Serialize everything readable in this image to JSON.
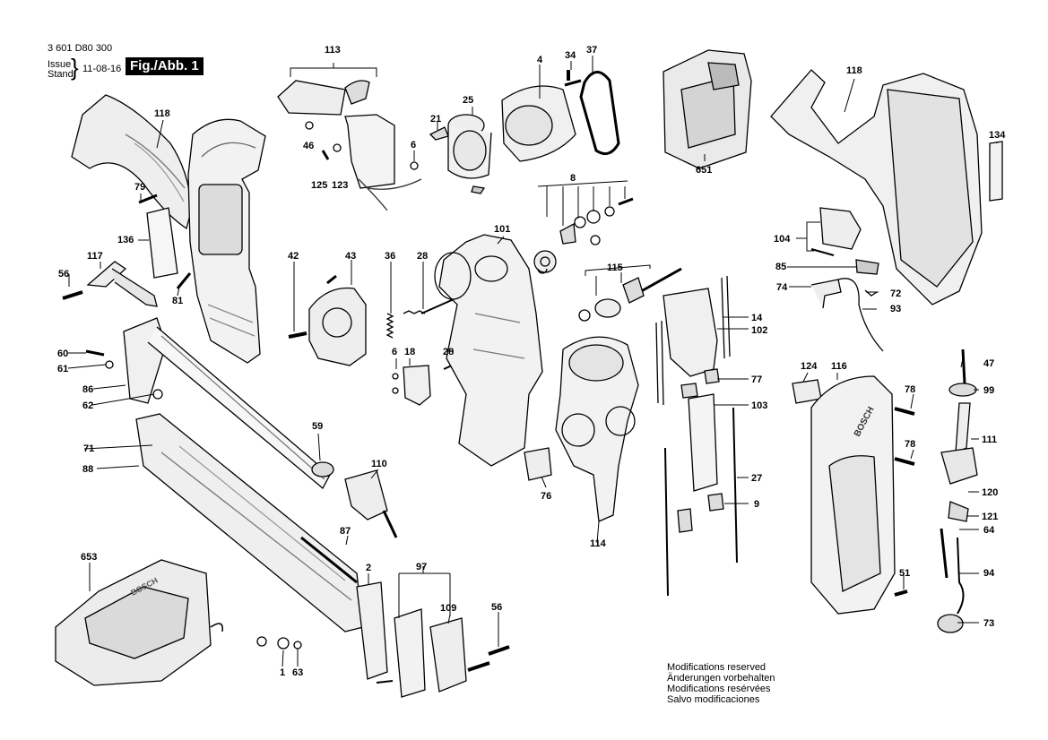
{
  "header": {
    "doc_number": "3 601 D80 300",
    "issue_label": "Issue",
    "stand_label": "Stand",
    "issue_date": "11-08-16",
    "figure_label": "Fig./Abb. 1"
  },
  "notes": [
    "Modifications reserved",
    "Änderungen vorbehalten",
    "Modifications resérvées",
    "Salvo modificaciones"
  ],
  "brand_marks": [
    "BOSCH",
    "BOSCH"
  ],
  "callouts": [
    {
      "id": "c113",
      "text": "113"
    },
    {
      "id": "c4",
      "text": "4"
    },
    {
      "id": "c34",
      "text": "34"
    },
    {
      "id": "c37",
      "text": "37"
    },
    {
      "id": "c118a",
      "text": "118"
    },
    {
      "id": "c118b",
      "text": "118"
    },
    {
      "id": "c25",
      "text": "25"
    },
    {
      "id": "c21",
      "text": "21"
    },
    {
      "id": "c6a",
      "text": "6"
    },
    {
      "id": "c46",
      "text": "46"
    },
    {
      "id": "c125",
      "text": "125"
    },
    {
      "id": "c123",
      "text": "123"
    },
    {
      "id": "c651",
      "text": "651"
    },
    {
      "id": "c134",
      "text": "134"
    },
    {
      "id": "c79",
      "text": "79"
    },
    {
      "id": "c136",
      "text": "136"
    },
    {
      "id": "c8",
      "text": "8"
    },
    {
      "id": "c101",
      "text": "101"
    },
    {
      "id": "c104",
      "text": "104"
    },
    {
      "id": "c85",
      "text": "85"
    },
    {
      "id": "c74",
      "text": "74"
    },
    {
      "id": "c72",
      "text": "72"
    },
    {
      "id": "c93",
      "text": "93"
    },
    {
      "id": "c56a",
      "text": "56"
    },
    {
      "id": "c117",
      "text": "117"
    },
    {
      "id": "c81",
      "text": "81"
    },
    {
      "id": "c42",
      "text": "42"
    },
    {
      "id": "c43",
      "text": "43"
    },
    {
      "id": "c36",
      "text": "36"
    },
    {
      "id": "c28a",
      "text": "28"
    },
    {
      "id": "c115",
      "text": "115"
    },
    {
      "id": "c14",
      "text": "14"
    },
    {
      "id": "c102",
      "text": "102"
    },
    {
      "id": "c60",
      "text": "60"
    },
    {
      "id": "c61",
      "text": "61"
    },
    {
      "id": "c28b",
      "text": "28"
    },
    {
      "id": "c6b",
      "text": "6"
    },
    {
      "id": "c18",
      "text": "18"
    },
    {
      "id": "c86",
      "text": "86"
    },
    {
      "id": "c124",
      "text": "124"
    },
    {
      "id": "c116",
      "text": "116"
    },
    {
      "id": "c47",
      "text": "47"
    },
    {
      "id": "c77",
      "text": "77"
    },
    {
      "id": "c78a",
      "text": "78"
    },
    {
      "id": "c99",
      "text": "99"
    },
    {
      "id": "c62",
      "text": "62"
    },
    {
      "id": "c103",
      "text": "103"
    },
    {
      "id": "c59",
      "text": "59"
    },
    {
      "id": "c111",
      "text": "111"
    },
    {
      "id": "c71",
      "text": "71"
    },
    {
      "id": "c78b",
      "text": "78"
    },
    {
      "id": "c110",
      "text": "110"
    },
    {
      "id": "c88",
      "text": "88"
    },
    {
      "id": "c27",
      "text": "27"
    },
    {
      "id": "c76",
      "text": "76"
    },
    {
      "id": "c120",
      "text": "120"
    },
    {
      "id": "c9",
      "text": "9"
    },
    {
      "id": "c121",
      "text": "121"
    },
    {
      "id": "c87",
      "text": "87"
    },
    {
      "id": "c64",
      "text": "64"
    },
    {
      "id": "c114",
      "text": "114"
    },
    {
      "id": "c653",
      "text": "653"
    },
    {
      "id": "c97",
      "text": "97"
    },
    {
      "id": "c2",
      "text": "2"
    },
    {
      "id": "c51",
      "text": "51"
    },
    {
      "id": "c94",
      "text": "94"
    },
    {
      "id": "c109",
      "text": "109"
    },
    {
      "id": "c56b",
      "text": "56"
    },
    {
      "id": "c73",
      "text": "73"
    },
    {
      "id": "c1",
      "text": "1"
    },
    {
      "id": "c63",
      "text": "63"
    }
  ]
}
